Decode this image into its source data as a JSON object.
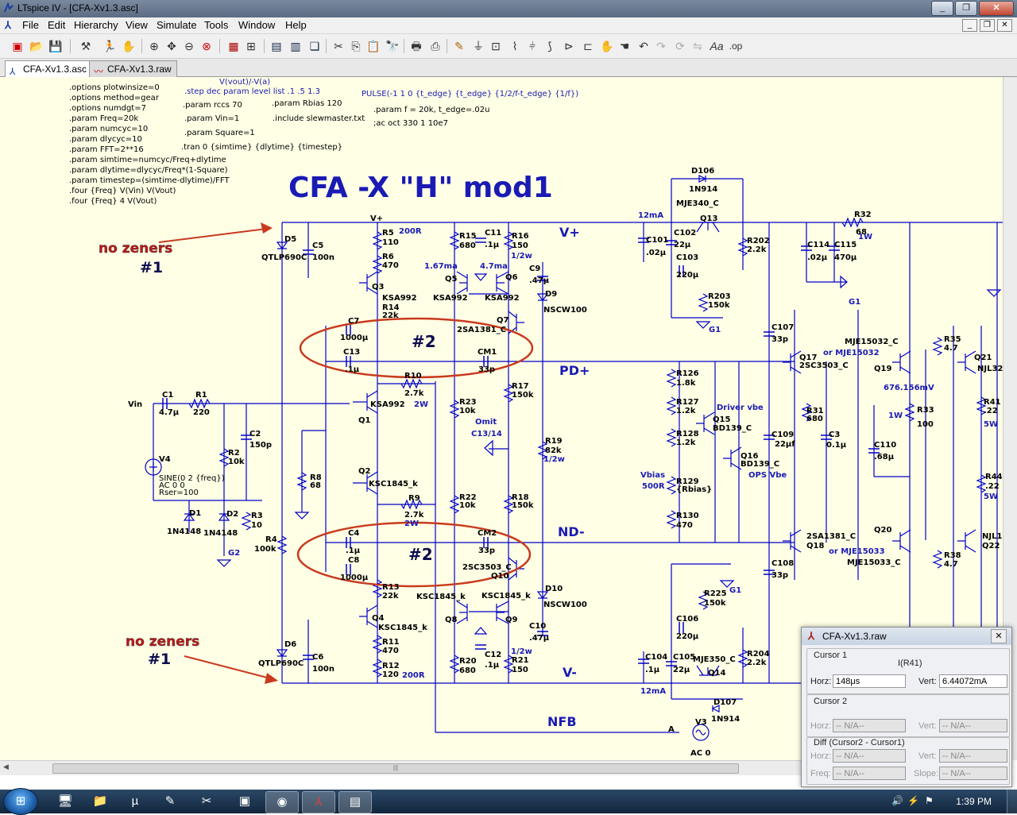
{
  "window": {
    "title": "LTspice IV - [CFA-Xv1.3.asc]",
    "buttons": [
      "_",
      "❐",
      "✕"
    ]
  },
  "menu": [
    "File",
    "Edit",
    "Hierarchy",
    "View",
    "Simulate",
    "Tools",
    "Window",
    "Help"
  ],
  "tabs": [
    {
      "label": "CFA-Xv1.3.asc",
      "active": true
    },
    {
      "label": "CFA-Xv1.3.raw",
      "active": false
    }
  ],
  "schematic": {
    "title": "CFA -X \"H\" mod1",
    "directives": [
      ".options plotwinsize=0",
      ".options method=gear",
      ".options numdgt=7",
      ".param Freq=20k",
      ".param numcyc=10",
      ".param dlycyc=10",
      ".param FFT=2**16",
      ".param simtime=numcyc/Freq+dlytime",
      ".param dlytime=dlycyc/Freq*(1-Square)",
      ".param timestep=(simtime-dlytime)/FFT",
      ".four {Freq} V(Vin) V(Vout)",
      ".four {Freq} 4 V(Vout)"
    ],
    "directives2": {
      "vout": "V(vout)/-V(a)",
      "step": ".step dec param level list .1 .5 1.3",
      "rccs": ".param rccs 70",
      "rbias": ".param Rbias 120",
      "vin": ".param Vin=1",
      "include": ".include slewmaster.txt",
      "square": ".param Square=1",
      "tran": ".tran 0 {simtime} {dlytime} {timestep}",
      "pulse": "PULSE(-1 1 0 {t_edge} {t_edge} {1/2/f-t_edge} {1/f})",
      "fparam": ".param f = 20k, t_edge=.02u",
      "ac": ";ac oct 330 1 10e7"
    },
    "annotations": {
      "nozeners": "no zeners",
      "n1": "#1",
      "n2": "#2"
    },
    "nets": {
      "vplus": "V+",
      "vminus": "V-",
      "pdplus": "PD+",
      "ndminus": "ND-",
      "nfb": "NFB",
      "vin": "Vin",
      "vp_small": "V+",
      "a": "A"
    },
    "labels": {
      "ma12": "12mA",
      "ma12b": "12mA",
      "r200a": "200R",
      "r200b": "200R",
      "ma167": "1.67ma",
      "ma47": "4.7ma",
      "omit": "Omit",
      "c1314": "C13/14",
      "drvbe": "Driver vbe",
      "opsvbe": "OPS Vbe",
      "vbias": "Vbias",
      "r500": "500R",
      "mv676": "676.156mV",
      "w1": "1W",
      "w1b": "1W",
      "w2a": "2W",
      "w2b": "2W",
      "w5a": "5W",
      "w5b": "5W",
      "w12a": "1/2w",
      "w12b": "1/2w",
      "w12c": "1/2w",
      "orMJE15032": "or MJE15032",
      "orMJE15033": "or MJE15033",
      "ac0": "AC 0",
      "g1a": "G1",
      "g1b": "G1",
      "g1c": "G1",
      "g2": "G2",
      "sine": "SINE(0 2 {freq})",
      "acoo": "AC 0 0",
      "rser": "Rser=100"
    },
    "components": [
      [
        "D5",
        "QTLP690C"
      ],
      [
        "C5",
        "100n"
      ],
      [
        "R5",
        "110"
      ],
      [
        "R6",
        "470"
      ],
      [
        "Q3",
        "KSA992"
      ],
      [
        "R14",
        "22k"
      ],
      [
        "R15",
        "680"
      ],
      [
        "C11",
        ".1μ"
      ],
      [
        "R16",
        "150"
      ],
      [
        "C9",
        ".47μ"
      ],
      [
        "D9",
        "NSCW100"
      ],
      [
        "Q5",
        "KSA992"
      ],
      [
        "Q6",
        "KSA992"
      ],
      [
        "Q7",
        "2SA1381_C"
      ],
      [
        "C7",
        "1000μ"
      ],
      [
        "C13",
        ".1μ"
      ],
      [
        "CM1",
        "33p"
      ],
      [
        "R10",
        "2.7k"
      ],
      [
        "R17",
        "150k"
      ],
      [
        "R23",
        "10k"
      ],
      [
        "Q1",
        "KSA992"
      ],
      [
        "C1",
        "4.7μ"
      ],
      [
        "R1",
        "220"
      ],
      [
        "C2",
        "150p"
      ],
      [
        "R2",
        "10k"
      ],
      [
        "V4",
        ""
      ],
      [
        "D1",
        "1N4148"
      ],
      [
        "D2",
        "1N4148"
      ],
      [
        "R3",
        "10"
      ],
      [
        "R8",
        "68"
      ],
      [
        "R4",
        "100k"
      ],
      [
        "Q2",
        "KSC1845_k"
      ],
      [
        "R9",
        "2.7k"
      ],
      [
        "R22",
        "10k"
      ],
      [
        "R18",
        "150k"
      ],
      [
        "R19",
        "82k"
      ],
      [
        "C4",
        ".1μ"
      ],
      [
        "C8",
        "1000μ"
      ],
      [
        "CM2",
        "33p"
      ],
      [
        "Q10",
        "2SC3503_C"
      ],
      [
        "R13",
        "22k"
      ],
      [
        "Q4",
        "KSC1845_k"
      ],
      [
        "R11",
        "470"
      ],
      [
        "R12",
        "120"
      ],
      [
        "D6",
        "QTLP690C"
      ],
      [
        "C6",
        "100n"
      ],
      [
        "Q8",
        "KSC1845_k"
      ],
      [
        "Q9",
        "KSC1845_k"
      ],
      [
        "D10",
        "NSCW100"
      ],
      [
        "C10",
        ".47μ"
      ],
      [
        "R20",
        "680"
      ],
      [
        "C12",
        ".1μ"
      ],
      [
        "R21",
        "150"
      ],
      [
        "D106",
        "1N914"
      ],
      [
        "Q13",
        "MJE340_C"
      ],
      [
        "C101",
        ".02μ"
      ],
      [
        "C102",
        "22μ"
      ],
      [
        "C103",
        "220μ"
      ],
      [
        "R202",
        "2.2k"
      ],
      [
        "R203",
        "150k"
      ],
      [
        "R126",
        "1.8k"
      ],
      [
        "R127",
        "1.2k"
      ],
      [
        "R128",
        "1.2k"
      ],
      [
        "Q15",
        "BD139_C"
      ],
      [
        "Q16",
        "BD139_C"
      ],
      [
        "R129",
        "{Rbias}"
      ],
      [
        "R130",
        "470"
      ],
      [
        "C107",
        "33p"
      ],
      [
        "C109",
        "22μf"
      ],
      [
        "C3",
        "0.1μ"
      ],
      [
        "C108",
        "33p"
      ],
      [
        "R31",
        "680"
      ],
      [
        "Q17",
        "2SC3503_C"
      ],
      [
        "Q18",
        "2SA1381_C"
      ],
      [
        "R32",
        "68"
      ],
      [
        "C114",
        ".02μ"
      ],
      [
        "C115",
        "470μ"
      ],
      [
        "Q19",
        "MJE15032_C"
      ],
      [
        "Q20",
        "MJE15033_C"
      ],
      [
        "R33",
        "100"
      ],
      [
        "C110",
        ".68μ"
      ],
      [
        "R35",
        "4.7"
      ],
      [
        "Q21",
        "NJL32"
      ],
      [
        "R41",
        ".22"
      ],
      [
        "R44",
        ".22"
      ],
      [
        "Q22",
        "NJL1"
      ],
      [
        "R38",
        "4.7"
      ],
      [
        "R225",
        "150k"
      ],
      [
        "C106",
        "220μ"
      ],
      [
        "C104",
        ".1μ"
      ],
      [
        "C105",
        "22μ"
      ],
      [
        "Q14",
        "MJE350_C"
      ],
      [
        "R204",
        "2.2k"
      ],
      [
        "D107",
        "1N914"
      ],
      [
        "V3",
        ""
      ]
    ]
  },
  "cursor_window": {
    "title": "CFA-Xv1.3.raw",
    "cursor1": "Cursor 1",
    "trace": "I(R41)",
    "horz_label": "Horz:",
    "horz": "148μs",
    "vert_label": "Vert:",
    "vert": "6.44072mA",
    "cursor2": "Cursor 2",
    "horz2": "-- N/A--",
    "vert2": "-- N/A--",
    "diff": "Diff (Cursor2 - Cursor1)",
    "dhorz": "-- N/A--",
    "dvert": "-- N/A--",
    "freq_label": "Freq:",
    "freq": "-- N/A--",
    "slope_label": "Slope:",
    "slope": "-- N/A--"
  },
  "taskbar": {
    "clock": "1:39 PM"
  }
}
